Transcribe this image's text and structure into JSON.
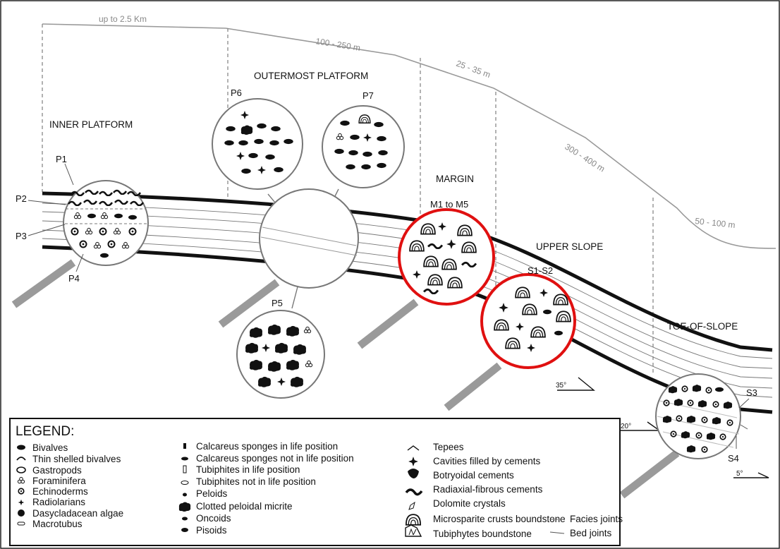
{
  "distances": {
    "d1": "up to 2.5 Km",
    "d2": "100 - 250 m",
    "d3": "25 - 35 m",
    "d4": "300 - 400 m",
    "d5": "50 - 100 m"
  },
  "zones": {
    "inner_platform": "INNER PLATFORM",
    "outermost_platform": "OUTERMOST PLATFORM",
    "margin": "MARGIN",
    "upper_slope": "UPPER SLOPE",
    "toe_of_slope": "TOE-OF-SLOPE"
  },
  "samples": {
    "p1": "P1",
    "p2": "P2",
    "p3": "P3",
    "p4": "P4",
    "p5": "P5",
    "p6": "P6",
    "p7": "P7",
    "m": "M1 to M5",
    "s12": "S1-S2",
    "s3": "S3",
    "s4": "S4"
  },
  "angles": {
    "a35": "35°",
    "a20": "20°",
    "a5": "5°"
  },
  "legend": {
    "title": "LEGEND:",
    "col1": [
      "Bivalves",
      "Thin shelled bivalves",
      "Gastropods",
      "Foraminifera",
      "Echinoderms",
      "Radiolarians",
      "Dasycladacean algae",
      "Macrotubus"
    ],
    "col2": [
      "Calcareus sponges in life position",
      "Calcareus sponges not in life position",
      "Tubiphites in life position",
      "Tubiphites not in life position",
      "Peloids",
      "Clotted peloidal micrite",
      "Oncoids",
      "Pisoids"
    ],
    "col3": [
      "Tepees",
      "Cavities filled by cements",
      "Botryoidal cements",
      "Radiaxial-fibrous cements",
      "Dolomite crystals",
      "Microsparite crusts boundstone",
      "Tubiphytes boundstone"
    ],
    "col4": [
      "Facies joints",
      "Bed joints"
    ]
  },
  "colors": {
    "highlight": "#e01010",
    "ink": "#111111",
    "gray_bar": "#9a9a9a",
    "bed_line": "#777777"
  }
}
